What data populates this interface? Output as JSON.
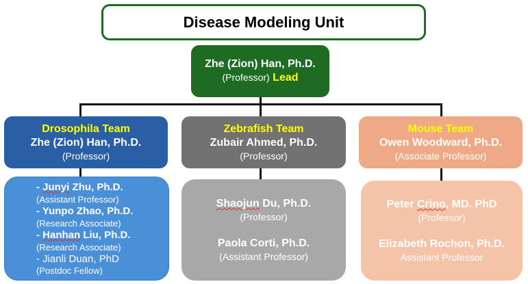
{
  "title": "Disease Modeling Unit",
  "lead": {
    "name": "Zhe (Zion) Han, Ph.D.",
    "role": "(Professor)",
    "tag": "Lead"
  },
  "teams": [
    {
      "team": "Drosophila Team",
      "name": "Zhe (Zion) Han, Ph.D.",
      "role": "(Professor)",
      "members": [
        {
          "prefix": "- ",
          "first": "Junyi",
          "rest": " Zhu, Ph.D.",
          "role": "(Assistant Professor)"
        },
        {
          "prefix": "- ",
          "first": "Yunpo",
          "rest": " Zhao, Ph.D.",
          "role": "(Research Associate)"
        },
        {
          "prefix": "- ",
          "first": "Hanhan",
          "rest": " Liu, Ph.D.",
          "role": "(Research Associate)"
        },
        {
          "prefix": "- ",
          "first": "Jianli",
          "rest": " Duan, PhD",
          "role": "(Postdoc Fellow)"
        }
      ]
    },
    {
      "team": "Zebrafish Team",
      "name": "Zubair Ahmed, Ph.D.",
      "role": "(Professor)",
      "members": [
        {
          "first": "Shaojun",
          "rest": " Du, Ph.D.",
          "role": "(Professor)"
        },
        {
          "first": "Paola",
          "rest": " Corti, Ph.D.",
          "role": "(Assistant Professor)"
        }
      ]
    },
    {
      "team": "Mouse Team",
      "name": "Owen Woodward, Ph.D.",
      "role": "(Associate Professor)",
      "members": [
        {
          "first": "Peter ",
          "mid": "Crino",
          "rest": ", MD. PhD",
          "role": "(Professor)"
        },
        {
          "first": "Elizabeth",
          "rest": " Rochon, Ph.D.",
          "role": "Assistant Professor"
        }
      ]
    }
  ],
  "colors": {
    "lead": "#1e6b23",
    "drosophila": "#2a5fa6",
    "zebrafish": "#727272",
    "mouse": "#efa986",
    "drosophila_sub": "#4a90d8",
    "zebrafish_sub": "#a8a8a8",
    "mouse_sub": "#f5c3a8"
  }
}
